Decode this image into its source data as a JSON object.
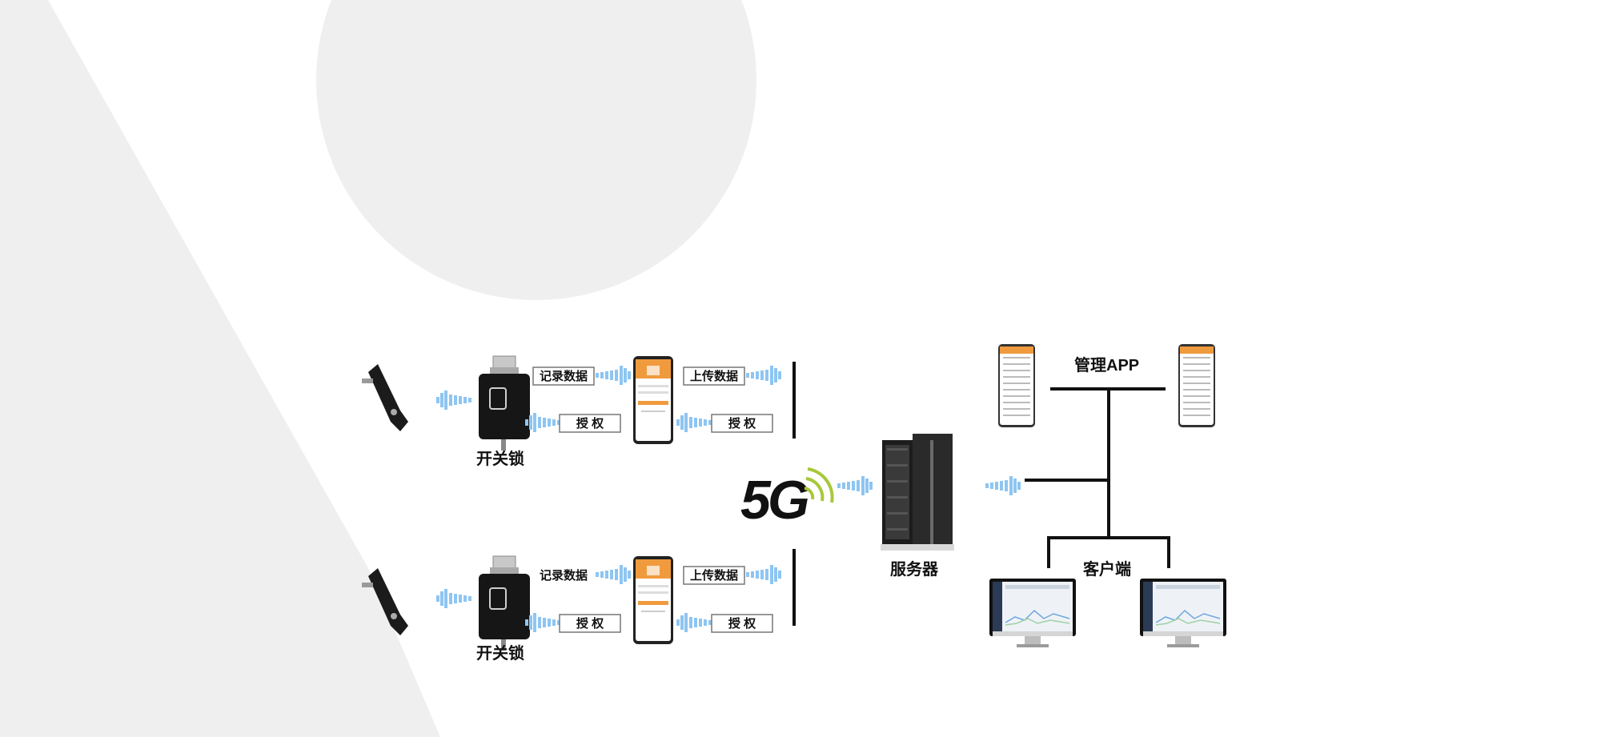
{
  "lock_label": "开关锁",
  "record_data_label": "记录数据",
  "upload_data_label": "上传数据",
  "authorize_label": "授 权",
  "network_logo": "5G",
  "server_label": "服务器",
  "admin_app_label": "管理APP",
  "client_label": "客户端",
  "colors": {
    "background_shape": "#f0eff0",
    "arrow": "#8ec5f2",
    "phone_accent": "#f09a3e",
    "signal_green": "#a8c83a",
    "line": "#111111"
  }
}
